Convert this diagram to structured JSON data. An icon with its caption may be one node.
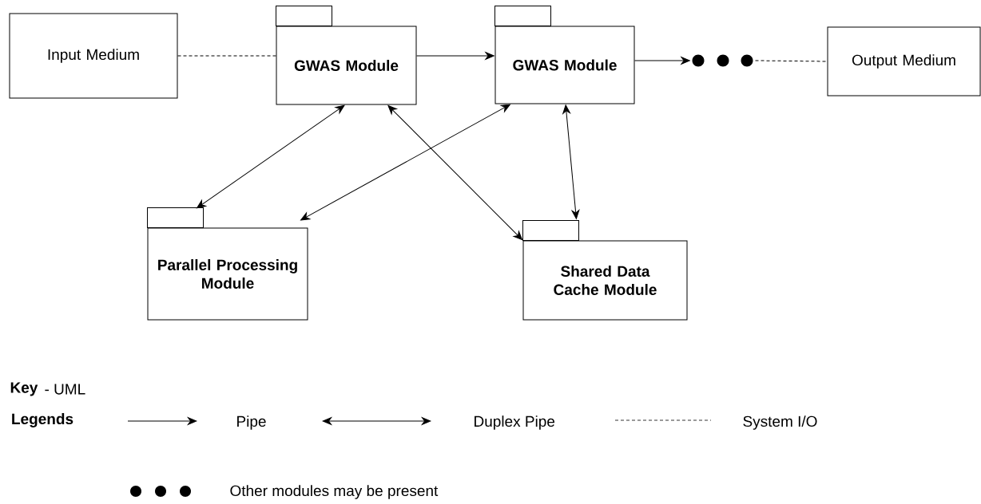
{
  "diagram": {
    "nodes": [
      {
        "text": [
          "Input Medium"
        ]
      },
      {
        "text": [
          "GWAS Module"
        ]
      },
      {
        "text": [
          "GWAS Module"
        ]
      },
      {
        "text": [],
        "shape": "dots"
      },
      {
        "text": [
          "Output Medium"
        ]
      },
      {
        "text": [
          "Parallel Processing Module"
        ]
      },
      {
        "text": [
          "Shared Data Cache Module"
        ]
      }
    ],
    "edges": [
      {
        "from": 0,
        "to": 1,
        "arrow": "none",
        "style": "dashed"
      },
      {
        "from": 1,
        "to": 2,
        "arrow": "to"
      },
      {
        "from": 2,
        "to": 3,
        "arrow": "to"
      },
      {
        "from": 3,
        "to": 4,
        "arrow": "none",
        "style": "dashed"
      },
      {
        "from": 1,
        "to": 5,
        "arrow": "both"
      },
      {
        "from": 2,
        "to": 5,
        "arrow": "both"
      },
      {
        "from": 1,
        "to": 6,
        "arrow": "both"
      },
      {
        "from": 2,
        "to": 6,
        "arrow": "both"
      }
    ],
    "labels": [
      "Key",
      "- UML",
      "Legends"
    ],
    "legend": [
      {
        "text": "Pipe"
      },
      {
        "text": "Duplex Pipe"
      },
      {
        "text": "System I/O"
      },
      {
        "text": "Other modules may be present"
      }
    ]
  }
}
